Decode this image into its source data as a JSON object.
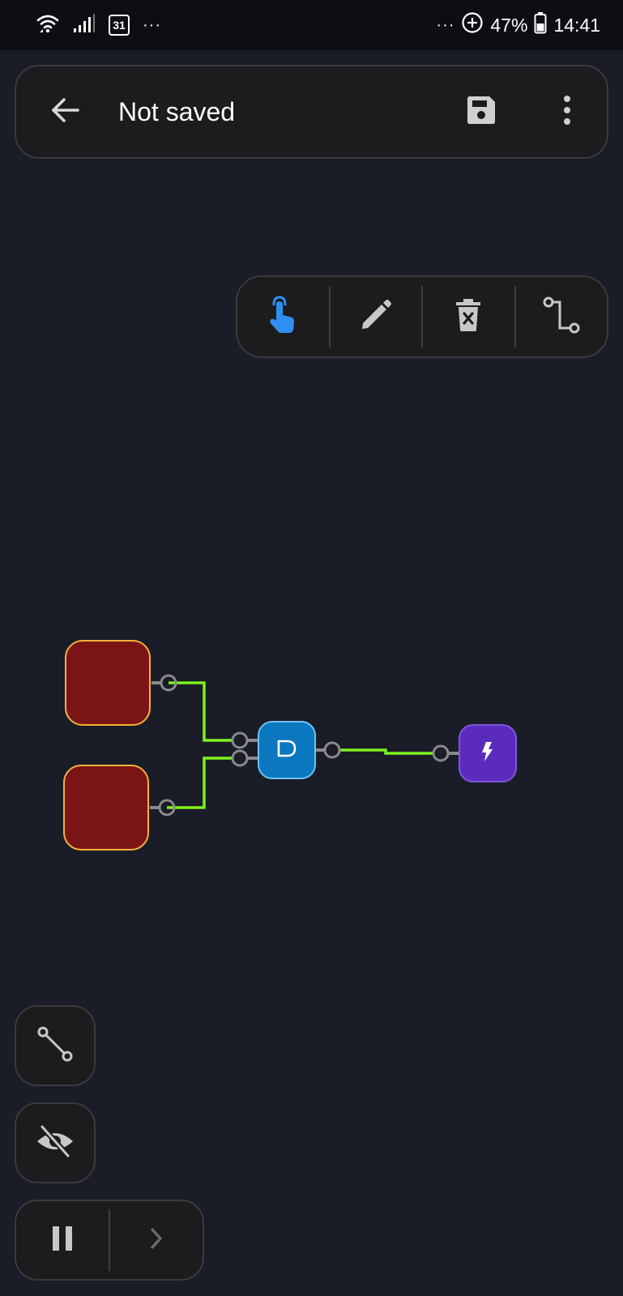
{
  "status_bar": {
    "left_dots": "···",
    "calendar_day": "31",
    "right_dots": "···",
    "battery_percent": "47%",
    "time": "14:41"
  },
  "top_bar": {
    "title": "Not saved",
    "back_icon": "arrow-back-icon",
    "save_icon": "floppy-disk-icon",
    "more_icon": "more-vertical-icon"
  },
  "toolbar": {
    "tools": [
      {
        "name": "select-tool",
        "icon": "touch-hand-icon",
        "active": true
      },
      {
        "name": "edit-tool",
        "icon": "pencil-icon",
        "active": false
      },
      {
        "name": "delete-tool",
        "icon": "trash-x-icon",
        "active": false
      },
      {
        "name": "route-tool",
        "icon": "wire-route-icon",
        "active": false
      }
    ]
  },
  "circuit": {
    "wire_color": "#7cf21e",
    "pin_color": "#8a8a8a",
    "nodes": [
      {
        "id": "input-1",
        "type": "input",
        "state": "off",
        "color": "#7b1515",
        "border": "#f2b339"
      },
      {
        "id": "input-2",
        "type": "input",
        "state": "off",
        "color": "#7b1515",
        "border": "#f2b339"
      },
      {
        "id": "and-gate",
        "type": "and-gate",
        "color": "#0a77c0"
      },
      {
        "id": "output",
        "type": "power-output",
        "color": "#5a2bbc"
      }
    ]
  },
  "bottom_controls": {
    "wire_icon": "wire-line-icon",
    "visibility_icon": "eye-off-icon",
    "pause_icon": "pause-icon",
    "step_icon": "chevron-right-icon"
  },
  "colors": {
    "background": "#1a1c27",
    "panel": "#1c1c1e",
    "panel_border": "#3a3a3e",
    "accent": "#2f8ff0",
    "icon": "#c8c8c8"
  }
}
